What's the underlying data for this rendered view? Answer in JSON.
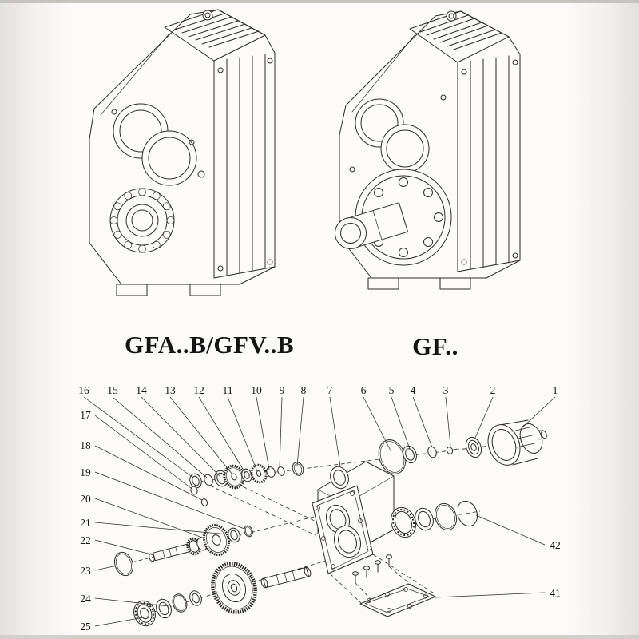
{
  "colors": {
    "ink": "#2b2b2b",
    "paper": "#fcfbf9"
  },
  "top_figures": {
    "left_label": "GFA..B/GFV..B",
    "right_label": "GF.."
  },
  "exploded_view": {
    "top_numbers": [
      "16",
      "15",
      "14",
      "13",
      "12",
      "11",
      "10",
      "9",
      "8",
      "7",
      "6",
      "5",
      "4",
      "3",
      "2",
      "1"
    ],
    "left_numbers": [
      "17",
      "18",
      "19",
      "20",
      "21",
      "22",
      "23",
      "24",
      "25"
    ],
    "right_numbers": [
      "42",
      "41"
    ]
  }
}
